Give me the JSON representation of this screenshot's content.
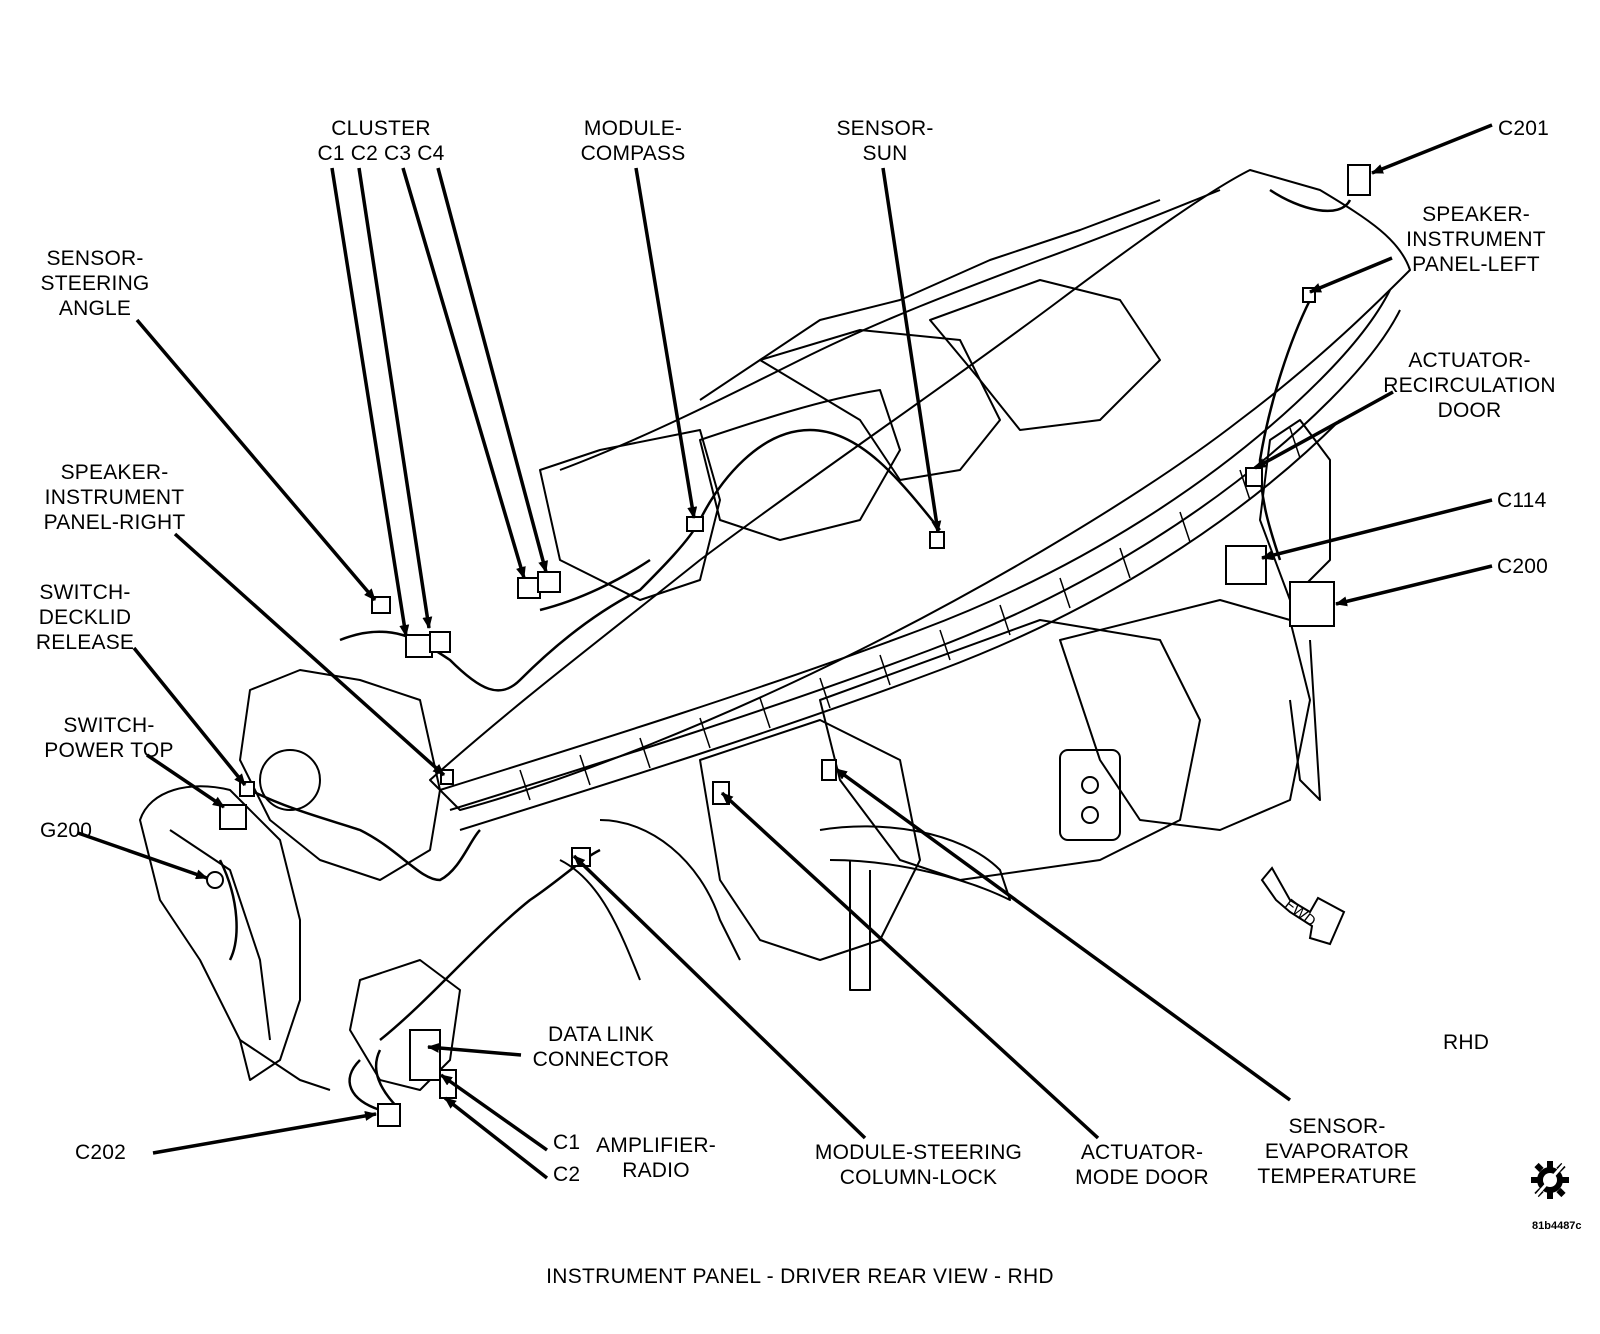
{
  "title": "INSTRUMENT PANEL - DRIVER REAR VIEW - RHD",
  "ref_code": "81b4487c",
  "region_tag": "RHD",
  "direction_tag": "FWD",
  "labels": {
    "cluster": {
      "l1": "CLUSTER",
      "l2": "C1 C2 C3 C4"
    },
    "module_compass": {
      "l1": "MODULE-",
      "l2": "COMPASS"
    },
    "sensor_sun": {
      "l1": "SENSOR-",
      "l2": "SUN"
    },
    "c201": "C201",
    "speaker_left": {
      "l1": "SPEAKER-",
      "l2": "INSTRUMENT",
      "l3": "PANEL-LEFT"
    },
    "actuator_recirc": {
      "l1": "ACTUATOR-",
      "l2": "RECIRCULATION",
      "l3": "DOOR"
    },
    "c114": "C114",
    "c200": "C200",
    "sensor_steering": {
      "l1": "SENSOR-",
      "l2": "STEERING",
      "l3": "ANGLE"
    },
    "speaker_right": {
      "l1": "SPEAKER-",
      "l2": "INSTRUMENT",
      "l3": "PANEL-RIGHT"
    },
    "switch_decklid": {
      "l1": "SWITCH-",
      "l2": "DECKLID",
      "l3": "RELEASE"
    },
    "switch_power_top": {
      "l1": "SWITCH-",
      "l2": "POWER TOP"
    },
    "g200": "G200",
    "data_link": {
      "l1": "DATA LINK",
      "l2": "CONNECTOR"
    },
    "c202": "C202",
    "c1": "C1",
    "c2": "C2",
    "amplifier": {
      "l1": "AMPLIFIER-",
      "l2": "RADIO"
    },
    "module_steering_lock": {
      "l1": "MODULE-STEERING",
      "l2": "COLUMN-LOCK"
    },
    "actuator_mode": {
      "l1": "ACTUATOR-",
      "l2": "MODE DOOR"
    },
    "sensor_evap": {
      "l1": "SENSOR-",
      "l2": "EVAPORATOR",
      "l3": "TEMPERATURE"
    }
  }
}
